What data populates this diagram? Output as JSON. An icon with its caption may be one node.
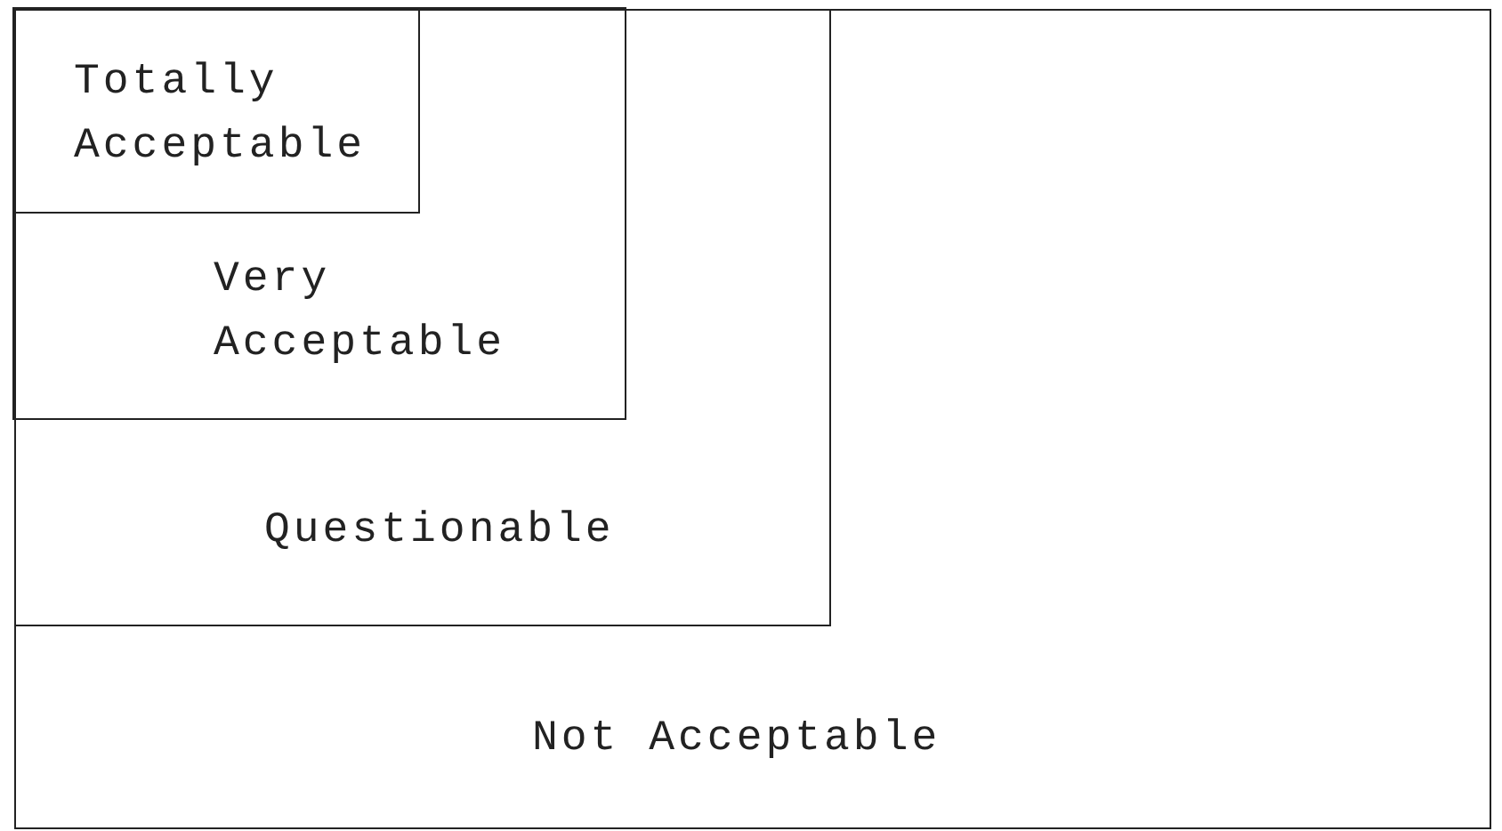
{
  "diagram": {
    "nodes": [
      {
        "text": [
          "Not Acceptable"
        ]
      },
      {
        "text": [
          "Questionable"
        ],
        "in": 0
      },
      {
        "text": [
          "Very Acceptable"
        ],
        "in": 1
      },
      {
        "text": [
          "Totally Acceptable"
        ],
        "in": 2
      }
    ]
  }
}
